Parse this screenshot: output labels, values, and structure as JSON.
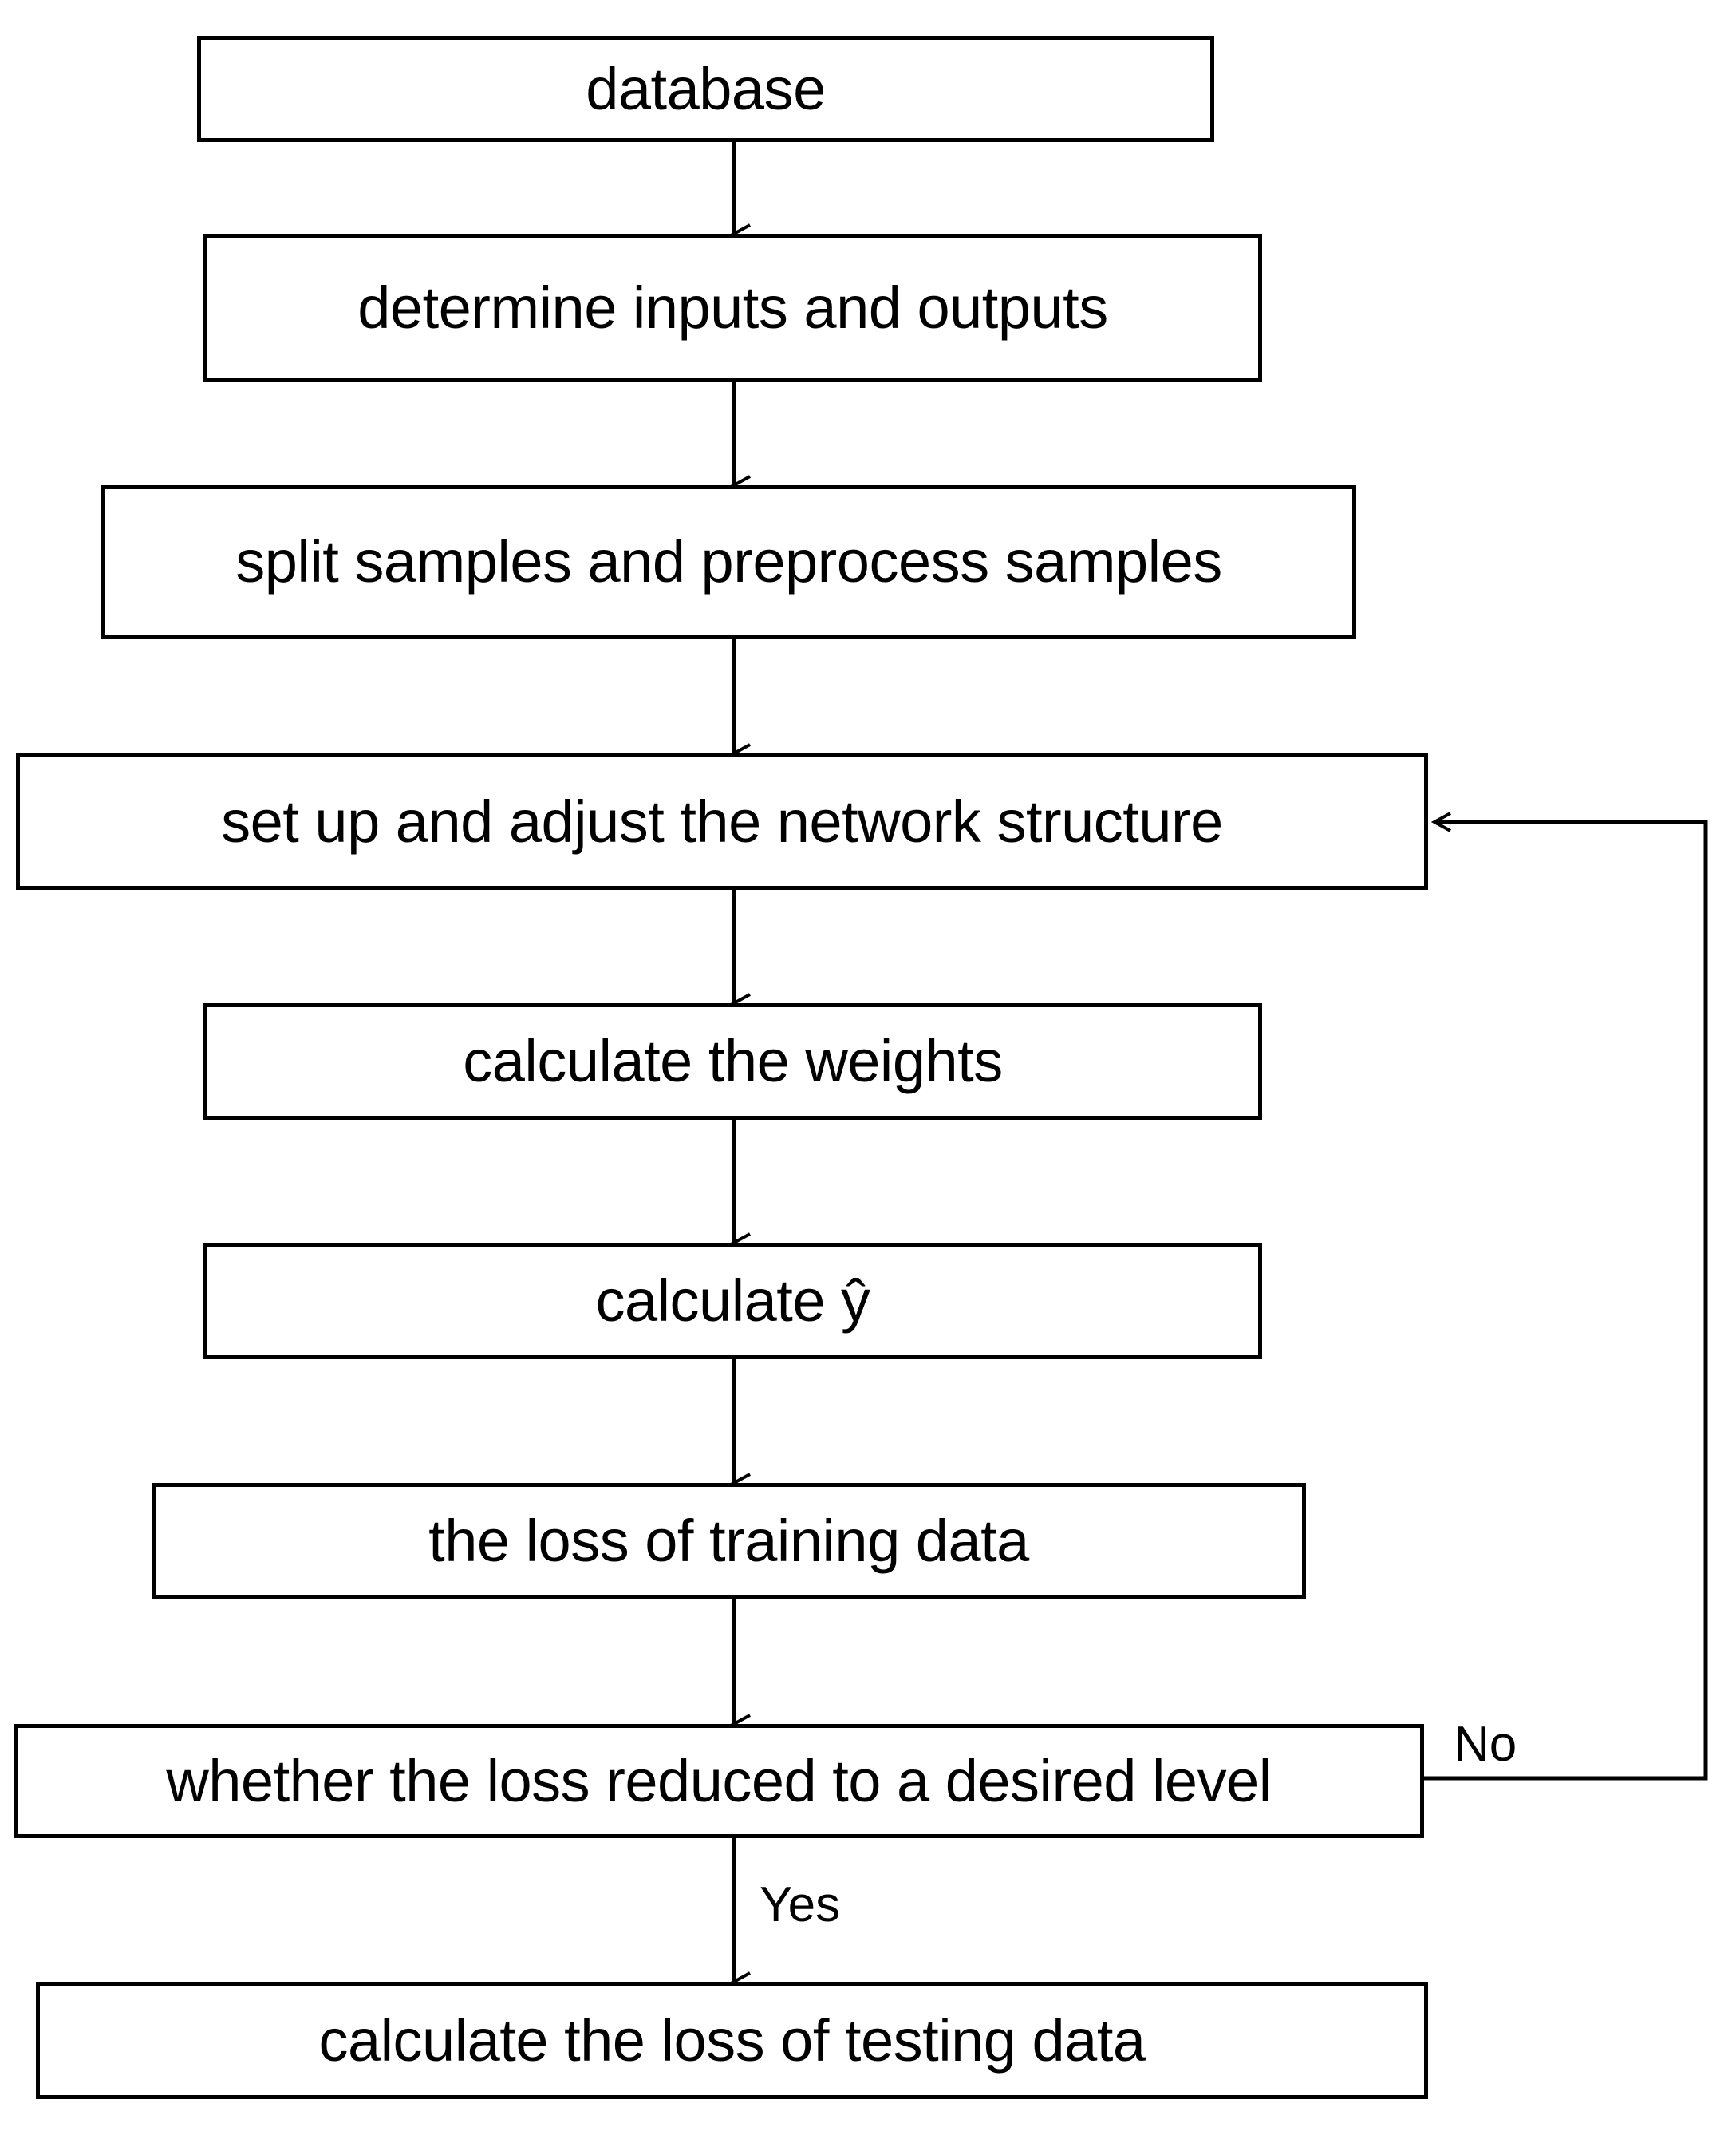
{
  "diagram": {
    "title": "neural network training workflow flowchart",
    "background_color": "#ffffff",
    "line_color": "#000000",
    "text_color": "#000000",
    "nodes": [
      {
        "id": "database",
        "label": "database"
      },
      {
        "id": "determine-io",
        "label": "determine inputs and outputs"
      },
      {
        "id": "split-samples",
        "label": "split samples and preprocess samples"
      },
      {
        "id": "setup-network",
        "label": "set up and adjust the network structure"
      },
      {
        "id": "calculate-weights",
        "label": "calculate the weights"
      },
      {
        "id": "calculate-yhat",
        "label": "calculate ŷ"
      },
      {
        "id": "training-loss",
        "label": "the loss of training data"
      },
      {
        "id": "decision-loss",
        "label": "whether the loss reduced to a desired level"
      },
      {
        "id": "testing-loss",
        "label": "calculate the loss of testing data"
      }
    ],
    "edge_labels": {
      "no": "No",
      "yes": "Yes"
    }
  }
}
